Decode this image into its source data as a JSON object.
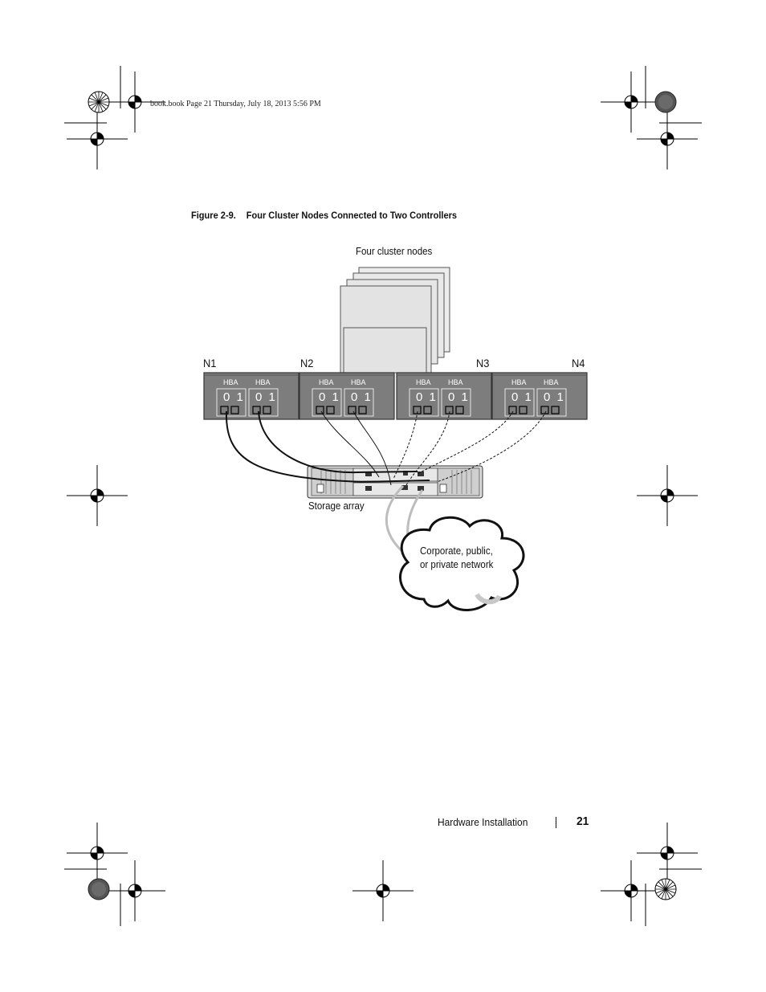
{
  "header": {
    "text": "book.book  Page 21  Thursday, July 18, 2013  5:56 PM"
  },
  "figure": {
    "number": "Figure 2-9.",
    "title": "Four Cluster Nodes Connected to Two Controllers"
  },
  "diagram": {
    "cluster_label": "Four cluster nodes",
    "nodes": [
      {
        "label": "N1",
        "hbas": [
          {
            "label": "HBA",
            "ports": "0 1"
          },
          {
            "label": "HBA",
            "ports": "0 1"
          }
        ]
      },
      {
        "label": "N2",
        "hbas": [
          {
            "label": "HBA",
            "ports": "0 1"
          },
          {
            "label": "HBA",
            "ports": "0 1"
          }
        ]
      },
      {
        "label": "N3",
        "hbas": [
          {
            "label": "HBA",
            "ports": "0 1"
          },
          {
            "label": "HBA",
            "ports": "0 1"
          }
        ]
      },
      {
        "label": "N4",
        "hbas": [
          {
            "label": "HBA",
            "ports": "0 1"
          },
          {
            "label": "HBA",
            "ports": "0 1"
          }
        ]
      }
    ],
    "storage_label": "Storage array",
    "network_label_line1": "Corporate, public,",
    "network_label_line2": "or private network"
  },
  "footer": {
    "section": "Hardware Installation",
    "page": "21"
  },
  "colors": {
    "node_fill": "#7d7d7d",
    "node_stroke": "#333333",
    "server_fill": "#e6e6e6",
    "cable_gray": "#bdbdbd",
    "text": "#111111"
  }
}
